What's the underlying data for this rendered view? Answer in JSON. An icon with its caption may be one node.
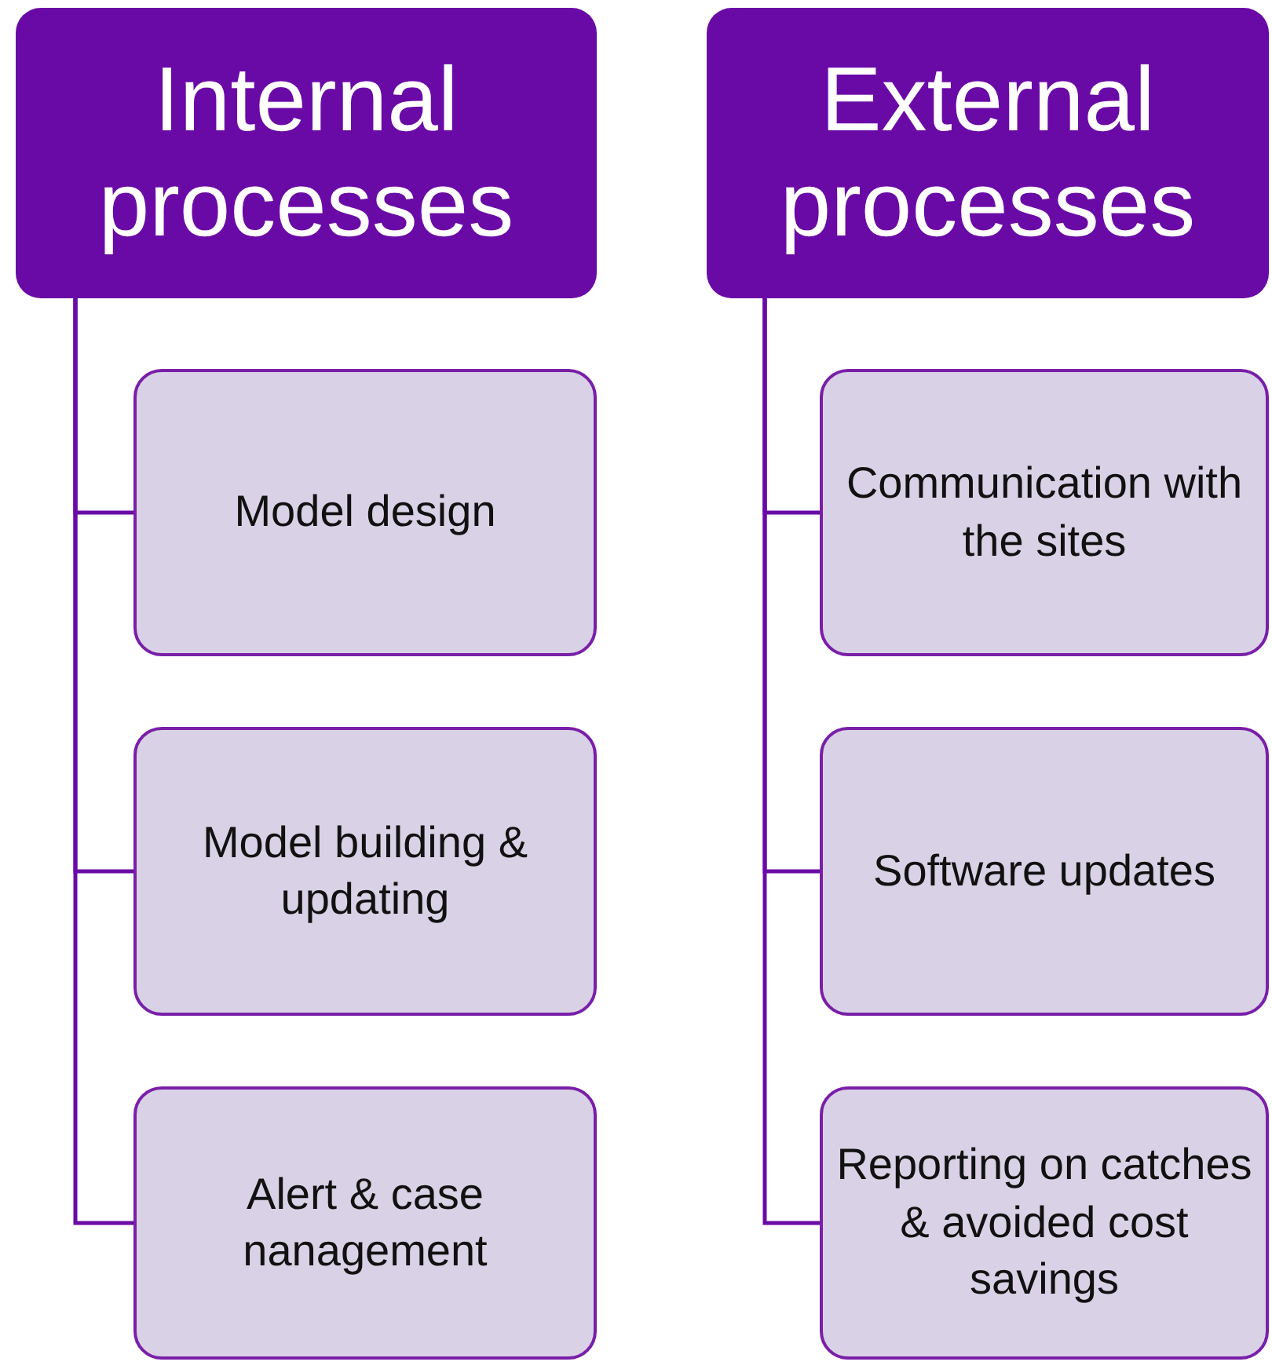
{
  "diagram": {
    "nodes": [
      {
        "text": [
          "Internal processes"
        ]
      },
      {
        "text": [
          "Model design"
        ]
      },
      {
        "text": [
          "Model building & updating"
        ]
      },
      {
        "text": [
          "Alert & case nanagement"
        ]
      },
      {
        "text": [
          "External processes"
        ]
      },
      {
        "text": [
          "Communication with the sites"
        ]
      },
      {
        "text": [
          "Software updates"
        ]
      },
      {
        "text": [
          "Reporting on catches & avoided cost savings"
        ]
      }
    ],
    "edges": [
      {
        "from": 0,
        "to": 1,
        "arrow": "none"
      },
      {
        "from": 0,
        "to": 2,
        "arrow": "none"
      },
      {
        "from": 0,
        "to": 3,
        "arrow": "none"
      },
      {
        "from": 4,
        "to": 5,
        "arrow": "none"
      },
      {
        "from": 4,
        "to": 6,
        "arrow": "none"
      },
      {
        "from": 4,
        "to": 7,
        "arrow": "none"
      }
    ]
  }
}
